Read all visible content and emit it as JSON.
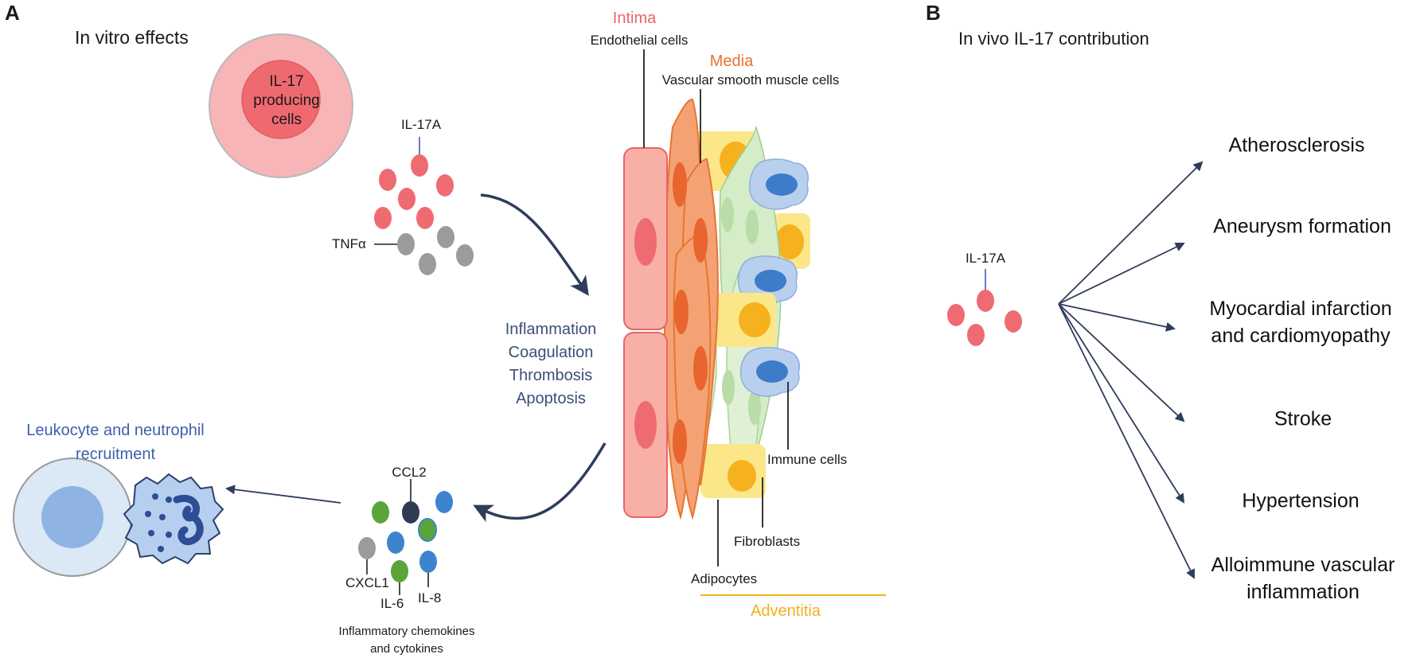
{
  "panel_a": {
    "letter": "A",
    "in_vitro_title": "In vitro effects",
    "producing_cells_line1": "IL-17",
    "producing_cells_line2": "producing",
    "producing_cells_line3": "cells",
    "il17a_label": "IL-17A",
    "tnfa_label": "TNFα",
    "effects": [
      "Inflammation",
      "Coagulation",
      "Thrombosis",
      "Apoptosis"
    ],
    "vessel": {
      "intima_label": "Intima",
      "endothelial_label": "Endothelial cells",
      "media_label": "Media",
      "vsmc_label": "Vascular smooth muscle cells",
      "immune_label": "Immune cells",
      "fibroblasts_label": "Fibroblasts",
      "adipocytes_label": "Adipocytes",
      "adventitia_label": "Adventitia"
    },
    "recruitment_line1": "Leukocyte and neutrophil",
    "recruitment_line2": "recruitment",
    "chemokines": {
      "ccl2": "CCL2",
      "cxcl1": "CXCL1",
      "il6": "IL-6",
      "il8": "IL-8",
      "caption_line1": "Inflammatory chemokines",
      "caption_line2": "and cytokines"
    }
  },
  "panel_b": {
    "letter": "B",
    "title": "In vivo IL-17 contribution",
    "il17a_label": "IL-17A",
    "outcomes": [
      {
        "line1": "Atherosclerosis",
        "line2": ""
      },
      {
        "line1": "Aneurysm formation",
        "line2": ""
      },
      {
        "line1": "Myocardial infarction",
        "line2": "and cardiomyopathy"
      },
      {
        "line1": "Stroke",
        "line2": ""
      },
      {
        "line1": "Hypertension",
        "line2": ""
      },
      {
        "line1": "Alloimmune vascular",
        "line2": "inflammation"
      }
    ]
  },
  "colors": {
    "il17_red": "#ef6b72",
    "tnf_grey": "#9b9b9b",
    "arrow_navy": "#2e3d5a",
    "intima_red": "#e8656a",
    "media_orange": "#e8742e",
    "adventitia_gold": "#f2b01e",
    "recruit_blue": "#3e5fae"
  }
}
